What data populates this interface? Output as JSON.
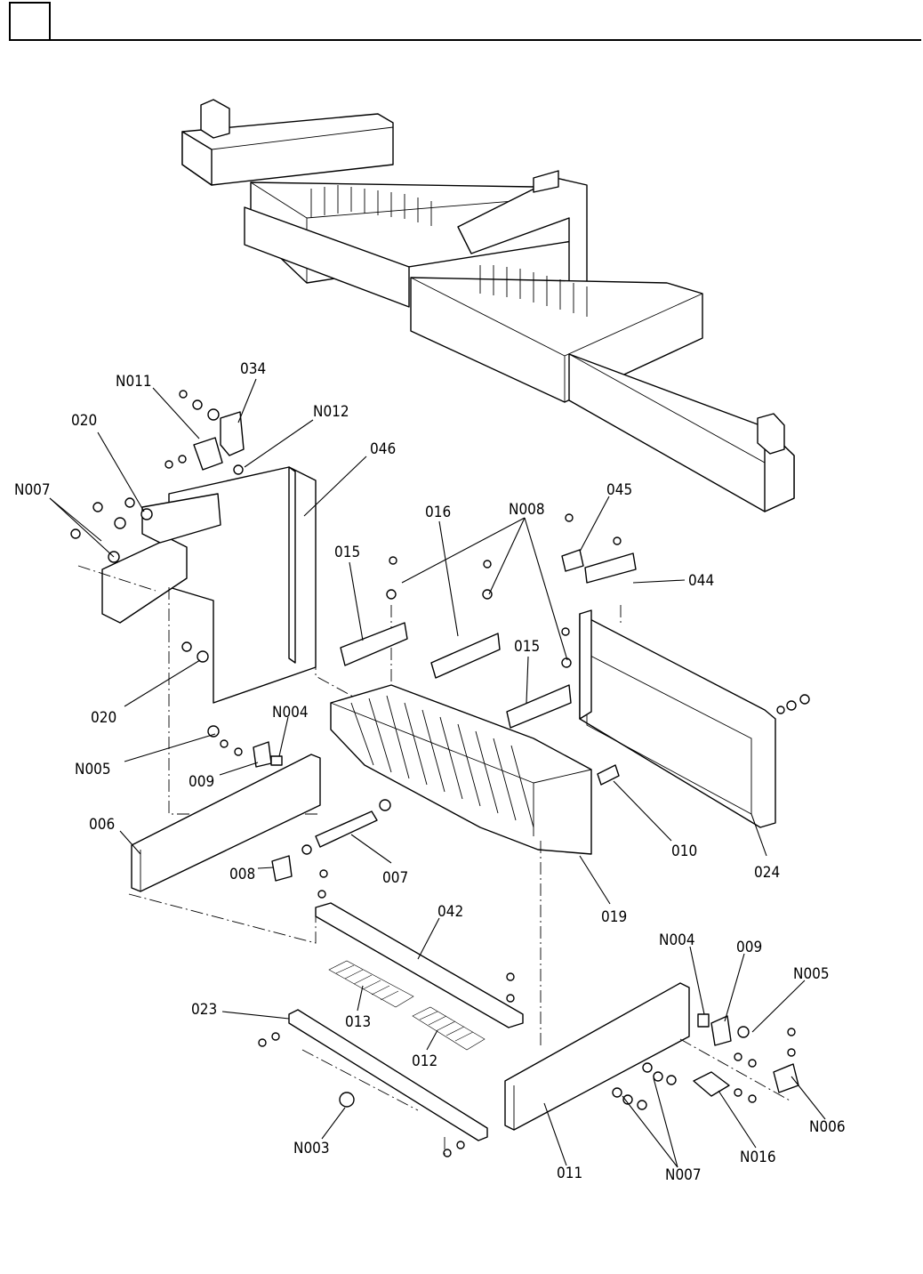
{
  "header": {
    "box_text": ""
  },
  "labels": {
    "p034": "034",
    "n011": "N011",
    "n012": "N012",
    "p020a": "020",
    "p046": "046",
    "n007a": "N007",
    "p016": "016",
    "n008": "N008",
    "p045": "045",
    "p015a": "015",
    "p044": "044",
    "p015b": "015",
    "p020b": "020",
    "n004a": "N004",
    "n005a": "N005",
    "p009a": "009",
    "p006": "006",
    "p010": "010",
    "p024": "024",
    "p008": "008",
    "p007": "007",
    "p042": "042",
    "p019": "019",
    "n004b": "N004",
    "p009b": "009",
    "n005b": "N005",
    "p023": "023",
    "p013": "013",
    "p012": "012",
    "n006": "N006",
    "n003": "N003",
    "p011": "011",
    "n007b": "N007",
    "n016": "N016"
  }
}
